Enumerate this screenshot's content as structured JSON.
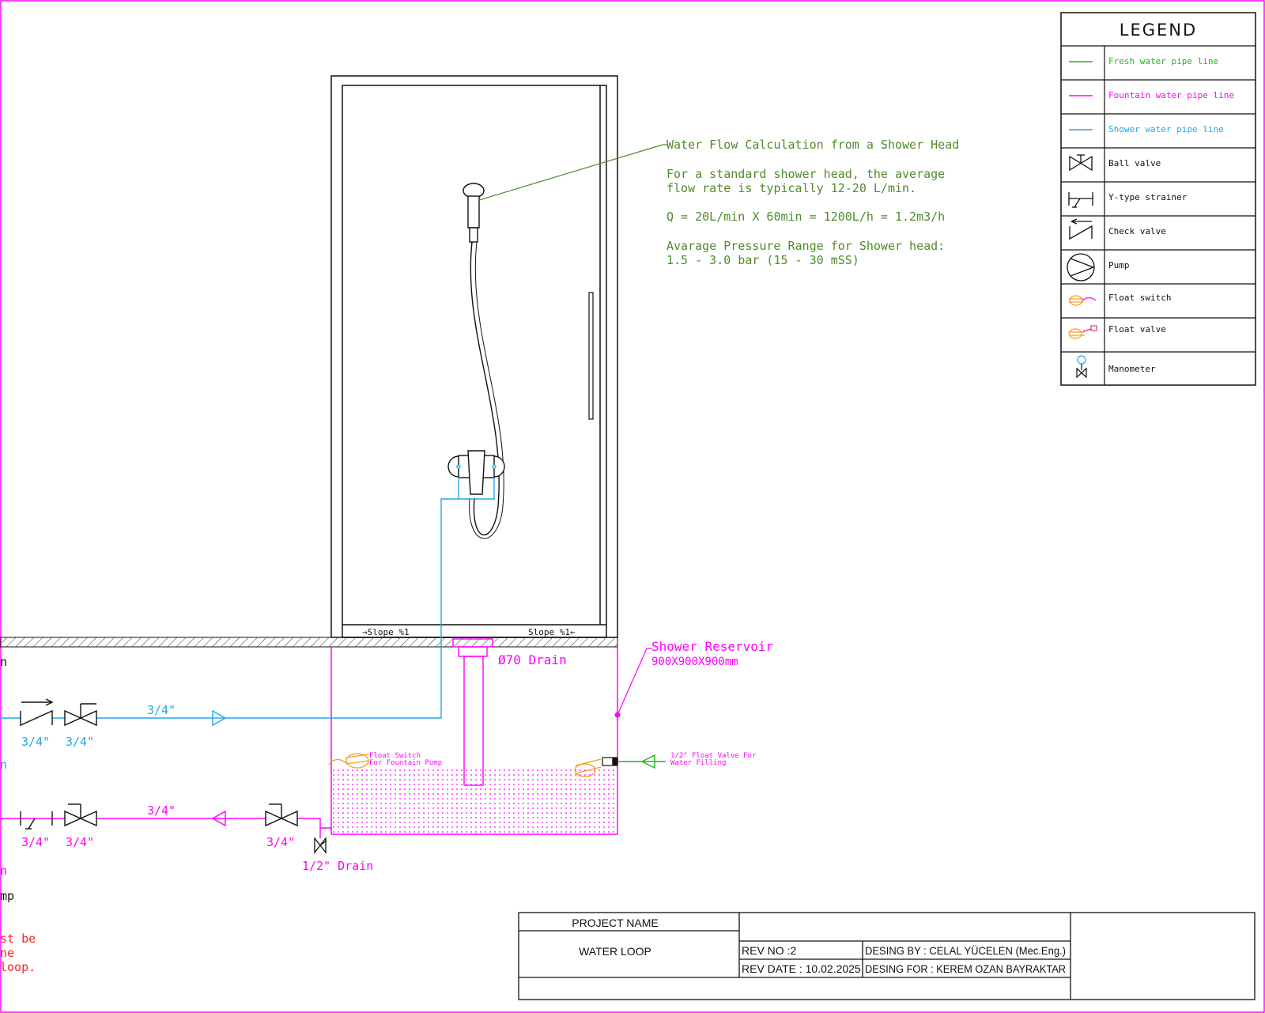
{
  "colors": {
    "fresh": "#22b422",
    "fountain": "#ff00ff",
    "shower": "#22a8e8",
    "note": "#4f8a2c",
    "warning": "#ff2020",
    "float": "#f0a020",
    "line": "#111111"
  },
  "legend": {
    "title": "LEGEND",
    "items": [
      {
        "icon": "green-line-icon",
        "label": "Fresh water pipe line"
      },
      {
        "icon": "magenta-line-icon",
        "label": "Fountain water pipe line"
      },
      {
        "icon": "blue-line-icon",
        "label": "Shower water pipe line"
      },
      {
        "icon": "ball-valve-icon",
        "label": "Ball valve"
      },
      {
        "icon": "y-strainer-icon",
        "label": "Y-type strainer"
      },
      {
        "icon": "check-valve-icon",
        "label": "Check valve"
      },
      {
        "icon": "pump-icon",
        "label": "Pump"
      },
      {
        "icon": "float-switch-icon",
        "label": "Float switch"
      },
      {
        "icon": "float-valve-icon",
        "label": "Float valve"
      },
      {
        "icon": "manometer-icon",
        "label": "Manometer"
      }
    ]
  },
  "calc_note": {
    "title": "Water Flow Calculation from a Shower Head",
    "line1": "For a standard shower head, the average",
    "line2": "flow rate is typically 12-20 L/min.",
    "formula": "Q = 20L/min X 60min = 1200L/h = 1.2m3/h",
    "pressure1": "Avarage Pressure Range for Shower head:",
    "pressure2": "1.5 - 3.0 bar (15 - 30 mSS)"
  },
  "cabin": {
    "slope_left": "→Slope %1",
    "slope_right": "Slope %1←"
  },
  "drain": {
    "label": "Ø70 Drain"
  },
  "reservoir": {
    "title": "Shower Reservoir",
    "dims": "900X900X900mm"
  },
  "float_switch": {
    "line1": "Float Switch",
    "line2": "For Fountain Pump"
  },
  "float_valve": {
    "line1": "1/2\" Float Valve For",
    "line2": "Water Filling"
  },
  "pipe_labels": {
    "shower_main": "3/4\"",
    "shower_check": "3/4\"",
    "shower_ball": "3/4\"",
    "fountain_main": "3/4\"",
    "fountain_strainer": "3/4\"",
    "fountain_ball": "3/4\"",
    "reservoir_valve": "3/4\""
  },
  "small_drain": {
    "label": "1/2\" Drain"
  },
  "left_fragments": {
    "f1": "n",
    "f2": "n",
    "f3": "n",
    "pump": "mp",
    "warn1": "st be",
    "warn2": "ne",
    "warn3": " loop."
  },
  "title_block": {
    "project_name_label": "PROJECT NAME",
    "project_name": "WATER LOOP",
    "rev_no": "REV NO :2",
    "rev_date": "REV DATE : 10.02.2025",
    "design_by": "DESING BY : CELAL YÜCELEN (Mec.Eng.)",
    "design_for": "DESING FOR : KEREM OZAN BAYRAKTAR"
  }
}
